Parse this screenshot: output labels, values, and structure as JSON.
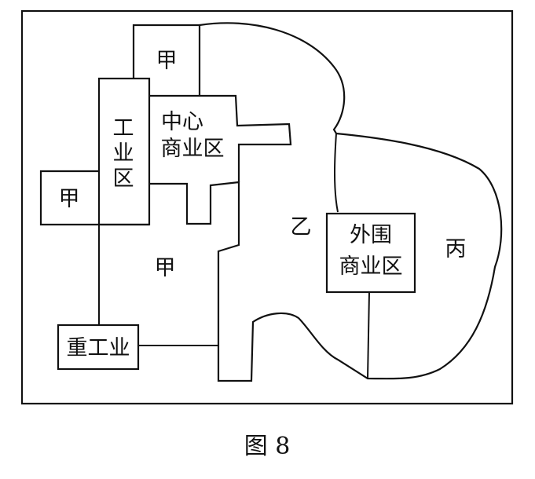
{
  "diagram": {
    "regions": {
      "jia_top": "甲",
      "jia_left": "甲",
      "jia_center": "甲",
      "yi": "乙",
      "bing": "丙"
    },
    "zones": {
      "industrial_1": "工",
      "industrial_2": "业",
      "industrial_3": "区",
      "cbd_line1": "中心",
      "cbd_line2": "商业区",
      "outer_line1": "外围",
      "outer_line2": "商业区",
      "heavy_industry": "重工业"
    }
  },
  "caption": "图 8"
}
